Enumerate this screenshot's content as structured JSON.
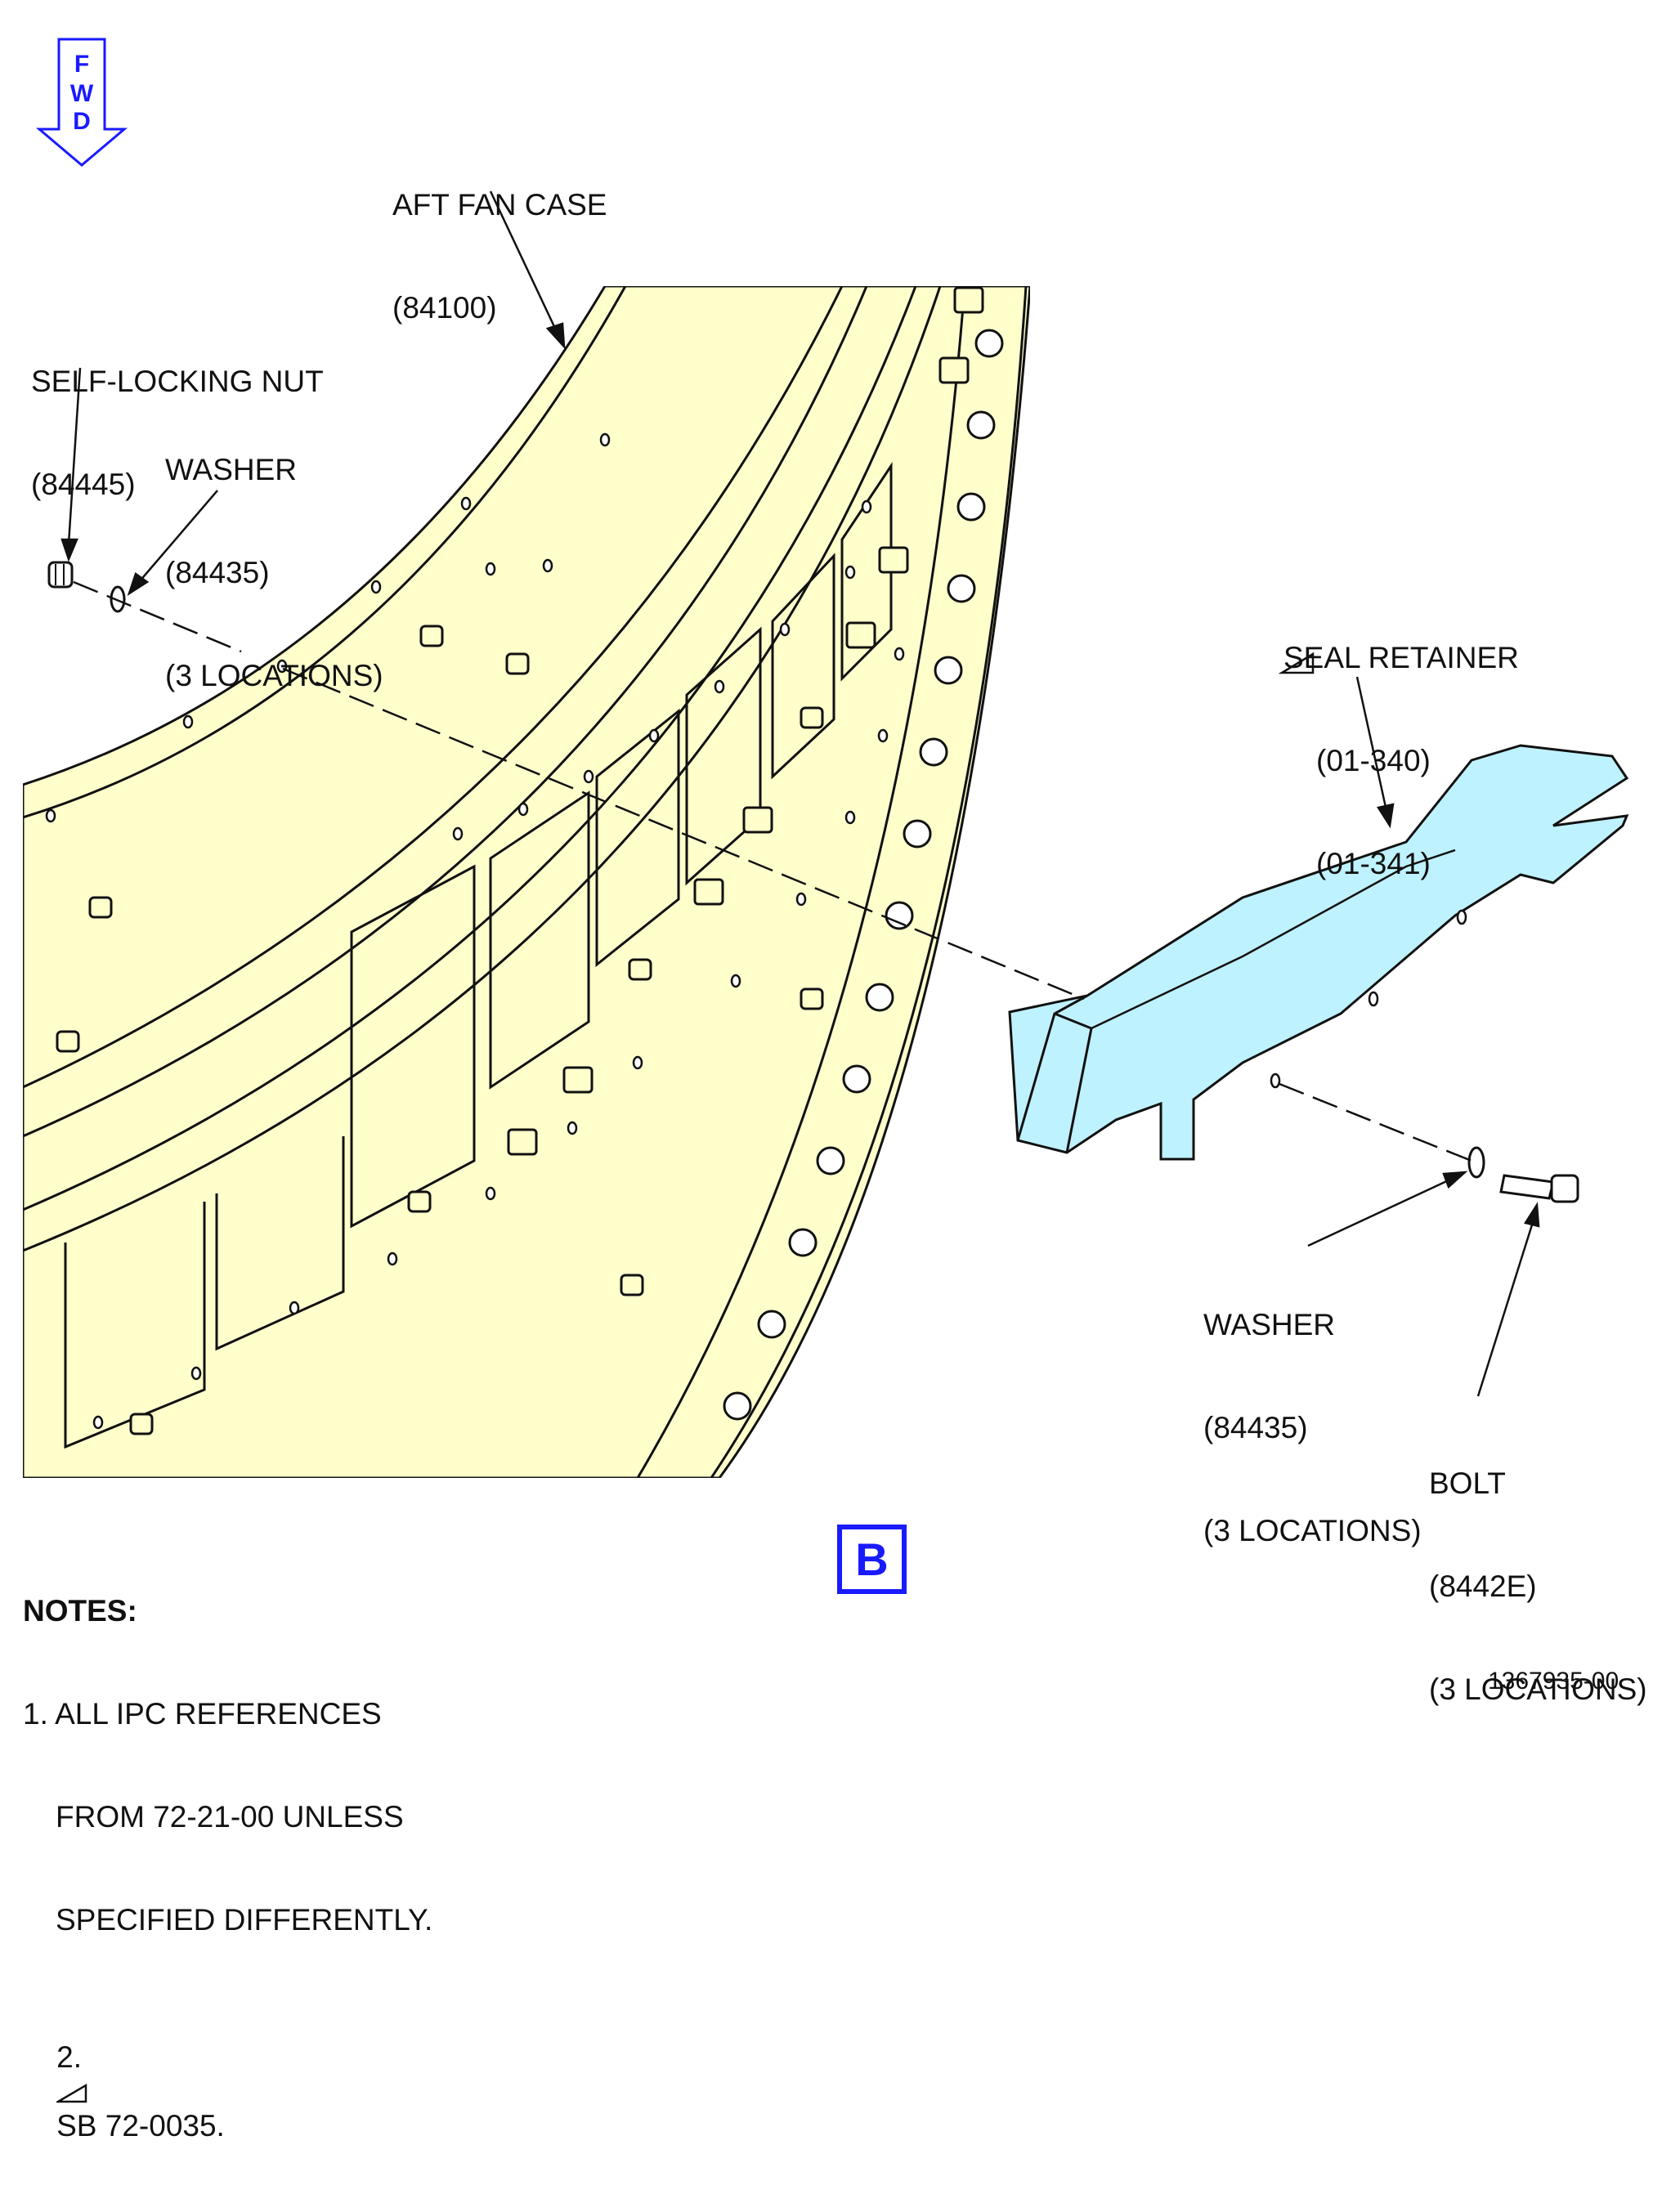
{
  "fwd_indicator": {
    "letters": [
      "F",
      "W",
      "D"
    ],
    "color": "#1a1aff"
  },
  "labels": {
    "aft_fan_case": {
      "name": "AFT FAN CASE",
      "ref": "(84100)"
    },
    "self_locking_nut": {
      "name": "SELF-LOCKING NUT",
      "ref": "(84445)"
    },
    "washer_left": {
      "name": "WASHER",
      "ref": "(84435)",
      "qty": "(3 LOCATIONS)"
    },
    "seal_retainer": {
      "name": "SEAL RETAINER",
      "ref1": "(01-340)",
      "ref2": "(01-341)"
    },
    "washer_right": {
      "name": "WASHER",
      "ref": "(84435)",
      "qty": "(3 LOCATIONS)"
    },
    "bolt": {
      "name": "BOLT",
      "ref": "(8442E)",
      "qty": "(3 LOCATIONS)"
    }
  },
  "notes": {
    "title": "NOTES:",
    "note1_line1": "1. ALL IPC REFERENCES",
    "note1_line2": "FROM 72-21-00 UNLESS",
    "note1_line3": "SPECIFIED DIFFERENTLY.",
    "note2_prefix": "2.",
    "note2_text": "SB 72-0035."
  },
  "figure_badge": "B",
  "figure_number": "1367935-00",
  "colors": {
    "fan_case_fill": "#ffffcc",
    "seal_retainer_fill": "#bff2ff",
    "accent_blue": "#1a1aff"
  }
}
